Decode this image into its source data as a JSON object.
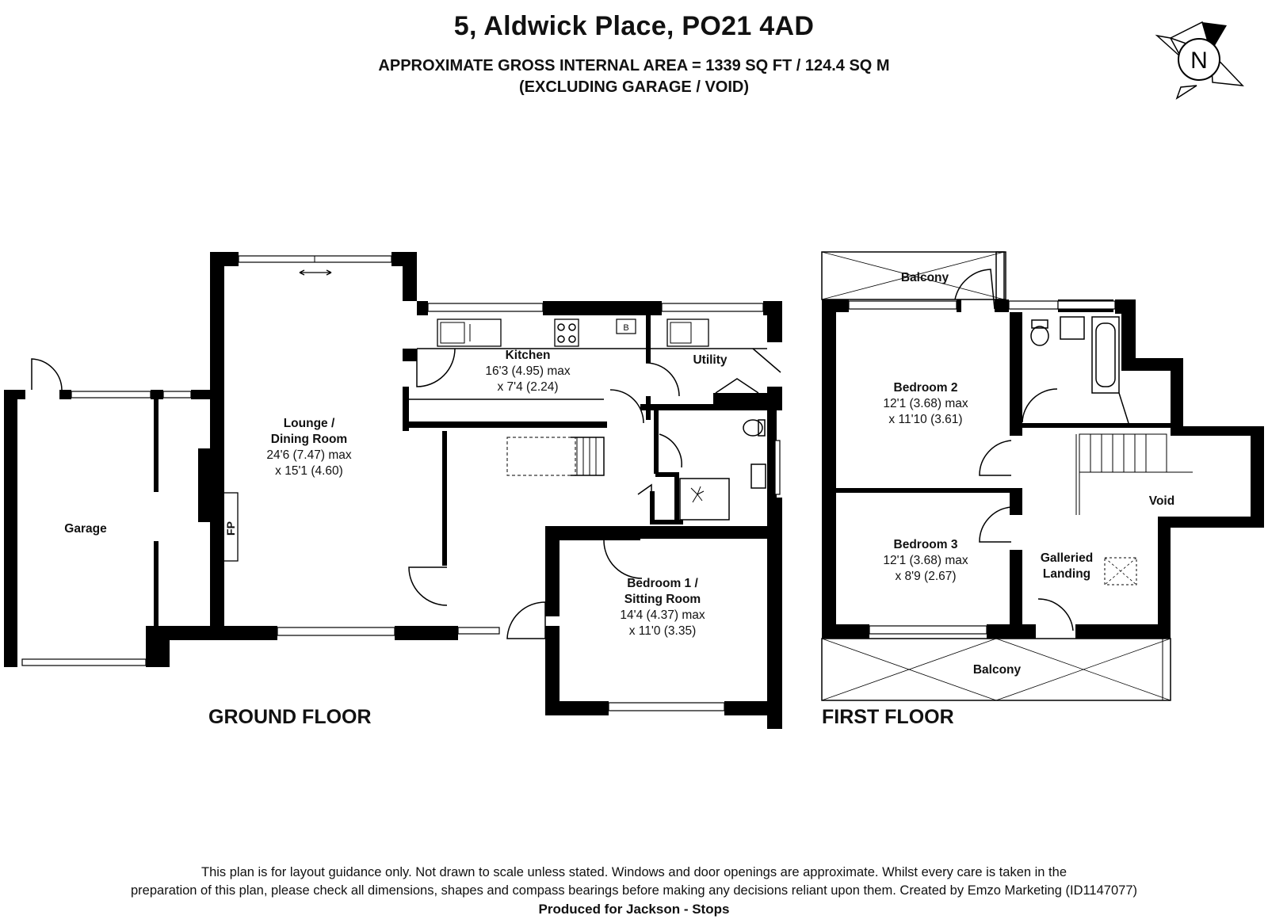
{
  "header": {
    "title": "5, Aldwick Place, PO21 4AD",
    "area_line1": "APPROXIMATE GROSS INTERNAL AREA = 1339 SQ FT / 124.4 SQ M",
    "area_line2": "(EXCLUDING GARAGE / VOID)"
  },
  "compass": {
    "label": "N"
  },
  "ground_floor": {
    "label": "GROUND FLOOR",
    "rooms": {
      "garage": {
        "name": "Garage"
      },
      "lounge": {
        "name1": "Lounge /",
        "name2": "Dining Room",
        "dim1": "24'6 (7.47) max",
        "dim2": "x 15'1 (4.60)"
      },
      "kitchen": {
        "name": "Kitchen",
        "dim1": "16'3 (4.95) max",
        "dim2": "x 7'4 (2.24)"
      },
      "utility": {
        "name": "Utility"
      },
      "bedroom1": {
        "name1": "Bedroom 1 /",
        "name2": "Sitting Room",
        "dim1": "14'4 (4.37) max",
        "dim2": "x 11'0 (3.35)"
      }
    },
    "fireplace": "FP",
    "boiler": "B"
  },
  "first_floor": {
    "label": "FIRST FLOOR",
    "rooms": {
      "balcony_top": {
        "name": "Balcony"
      },
      "bedroom2": {
        "name": "Bedroom 2",
        "dim1": "12'1 (3.68) max",
        "dim2": "x 11'10 (3.61)"
      },
      "bedroom3": {
        "name": "Bedroom 3",
        "dim1": "12'1 (3.68) max",
        "dim2": "x 8'9 (2.67)"
      },
      "landing": {
        "name1": "Galleried",
        "name2": "Landing"
      },
      "void": {
        "name": "Void"
      },
      "balcony_bottom": {
        "name": "Balcony"
      }
    }
  },
  "footer": {
    "disclaimer_line1": "This plan is for layout guidance only. Not drawn to scale unless stated. Windows and door openings are approximate. Whilst every care is taken in the",
    "disclaimer_line2": "preparation of this plan, please check all dimensions, shapes and compass bearings before making any decisions reliant upon them. Created by Emzo Marketing (ID1147077)",
    "produced_for": "Produced for Jackson - Stops"
  }
}
